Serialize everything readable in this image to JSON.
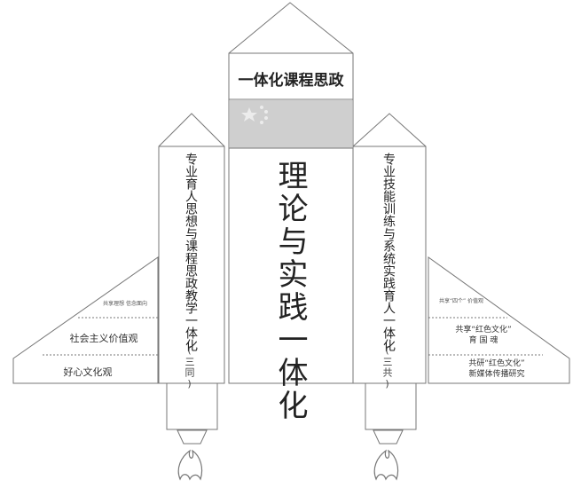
{
  "rocket": {
    "title": "一体化课程思政",
    "center_text": "理论与实践一体化",
    "left_booster_text": "专业育人思想与课程思政教学一体化",
    "left_booster_tag": "(三同)",
    "right_booster_text": "专业技能训练与系统实践育人一体化",
    "right_booster_tag": "(三共)"
  },
  "left_wing": {
    "tiers": [
      "共享理想  信念面向",
      "社会主义价值观",
      "好心文化观"
    ]
  },
  "right_wing": {
    "tiers": [
      "共享“四个”  价值观",
      "共享“红色文化”\n育  国  魂",
      "共研“红色文化”\n新媒体传播研究"
    ]
  },
  "colors": {
    "line": "#777777",
    "flag_red": "#c8c8c8",
    "flag_star": "#e8e8e8"
  }
}
